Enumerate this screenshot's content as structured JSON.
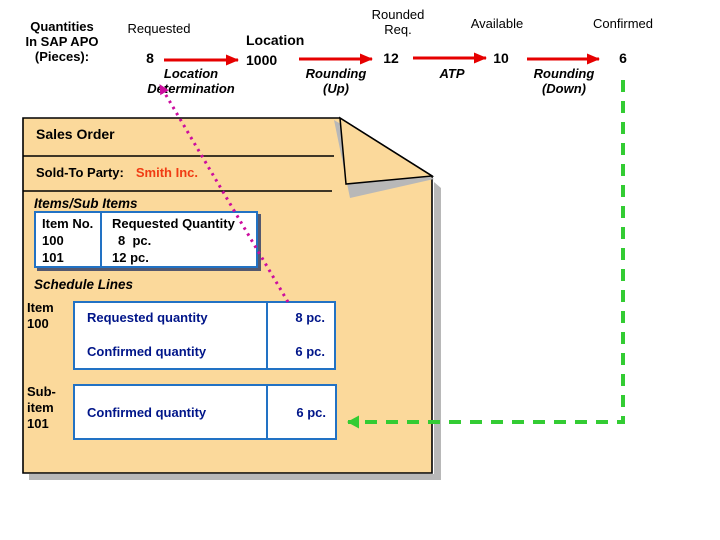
{
  "colors": {
    "arrow_red": "#E60000",
    "feedback_green": "#33CC33",
    "trace_magenta": "#CC0D9E",
    "document_fill": "#FBD99B",
    "document_border": "#000000",
    "box_border_blue": "#2272C4",
    "box_text_navy": "#001589",
    "sold_to_value_red": "#F03C14",
    "shadow_gray": "#B8B8B8"
  },
  "flow": {
    "title": "Quantities\nIn SAP APO\n(Pieces):",
    "requested_label": "Requested",
    "requested_value": "8",
    "location_determination_label": "Location\nDetermination",
    "location_label": "Location\n1000",
    "rounding_up_label": "Rounding\n(Up)",
    "rounded_req_label": "Rounded\nReq.",
    "rounded_req_value": "12",
    "atp_label": "ATP",
    "available_label": "Available",
    "available_value": "10",
    "rounding_down_label": "Rounding\n(Down)",
    "confirmed_label": "Confirmed",
    "confirmed_value": "6"
  },
  "document": {
    "title": "Sales Order",
    "sold_to_label": "Sold-To Party:",
    "sold_to_value": "Smith Inc.",
    "items_heading": "Items/Sub Items",
    "items_table": {
      "item_col_header": "Item No.",
      "qty_col_header": "Requested Quantity",
      "rows": [
        {
          "item": "100",
          "qty": "8  pc."
        },
        {
          "item": "101",
          "qty": "12 pc."
        }
      ]
    },
    "schedule_heading": "Schedule Lines",
    "item_label": "Item\n100",
    "item_rows": [
      {
        "label": "Requested quantity",
        "value": "8 pc."
      },
      {
        "label": "Confirmed quantity",
        "value": "6 pc."
      }
    ],
    "subitem_label": "Sub-\nitem\n101",
    "subitem_rows": [
      {
        "label": "Confirmed quantity",
        "value": "6 pc."
      }
    ]
  }
}
